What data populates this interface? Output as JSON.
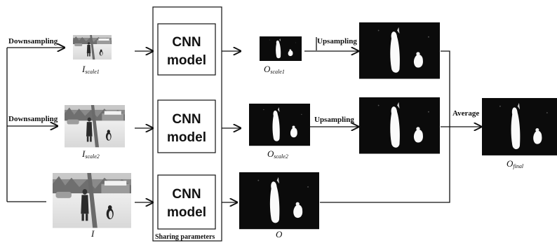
{
  "labels": {
    "downsampling_1": "Downsampling",
    "downsampling_2": "Downsampling",
    "upsampling_1": "Upsampling",
    "upsampling_2": "Upsampling",
    "average": "Average",
    "sharing": "Sharing parameters"
  },
  "cnn_blocks": [
    {
      "line1": "CNN",
      "line2": "model"
    },
    {
      "line1": "CNN",
      "line2": "model"
    },
    {
      "line1": "CNN",
      "line2": "model"
    }
  ],
  "captions": {
    "input_scale1": {
      "main": "I",
      "sub": "scale1"
    },
    "input_scale2": {
      "main": "I",
      "sub": "scale2"
    },
    "input_full": {
      "main": "I",
      "sub": ""
    },
    "out_scale1": {
      "main": "O",
      "sub": "scale1"
    },
    "out_scale2": {
      "main": "O",
      "sub": "scale2"
    },
    "out_full": {
      "main": "O",
      "sub": ""
    },
    "out_final": {
      "main": "O",
      "sub": "final"
    }
  }
}
